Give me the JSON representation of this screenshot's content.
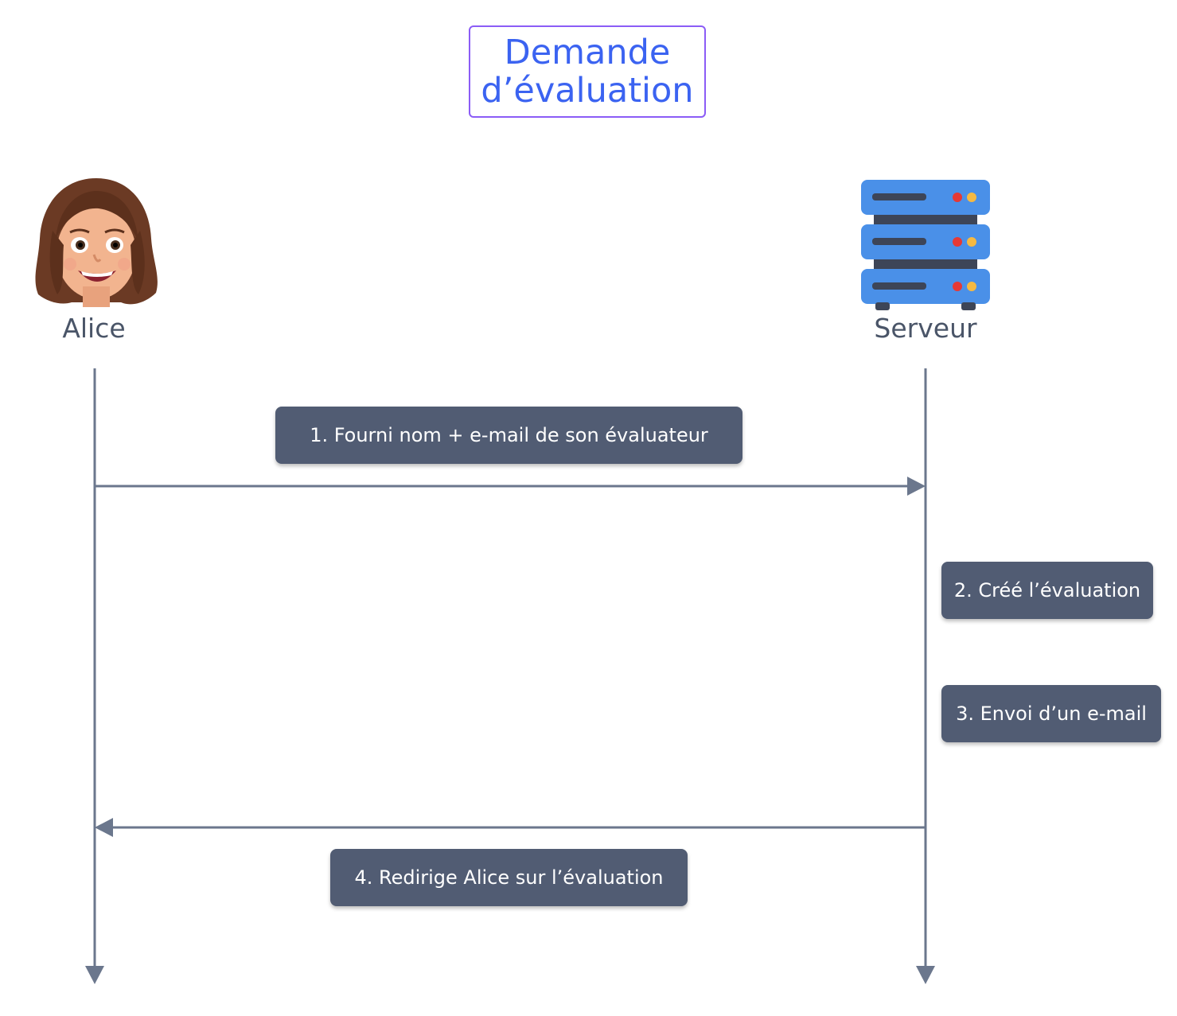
{
  "title": "Demande\nd’évaluation",
  "actors": {
    "alice": {
      "label": "Alice"
    },
    "server": {
      "label": "Serveur"
    }
  },
  "messages": [
    {
      "label": "1. Fourni nom + e-mail de son évaluateur",
      "from": "alice",
      "to": "server"
    },
    {
      "label": "2. Créé l’évaluation",
      "from": "server",
      "to": "server"
    },
    {
      "label": "3. Envoi d’un e-mail",
      "from": "server",
      "to": "server"
    },
    {
      "label": "4. Redirige Alice sur l’évaluation",
      "from": "server",
      "to": "alice"
    }
  ],
  "colors": {
    "title_text": "#3b63f1",
    "title_border": "#8b5cf6",
    "lifeline": "#6b778d",
    "message_box": "#515c73",
    "server_blue": "#4a90e8"
  },
  "icons": {
    "alice": "woman-avatar-icon",
    "server": "server-rack-icon"
  }
}
